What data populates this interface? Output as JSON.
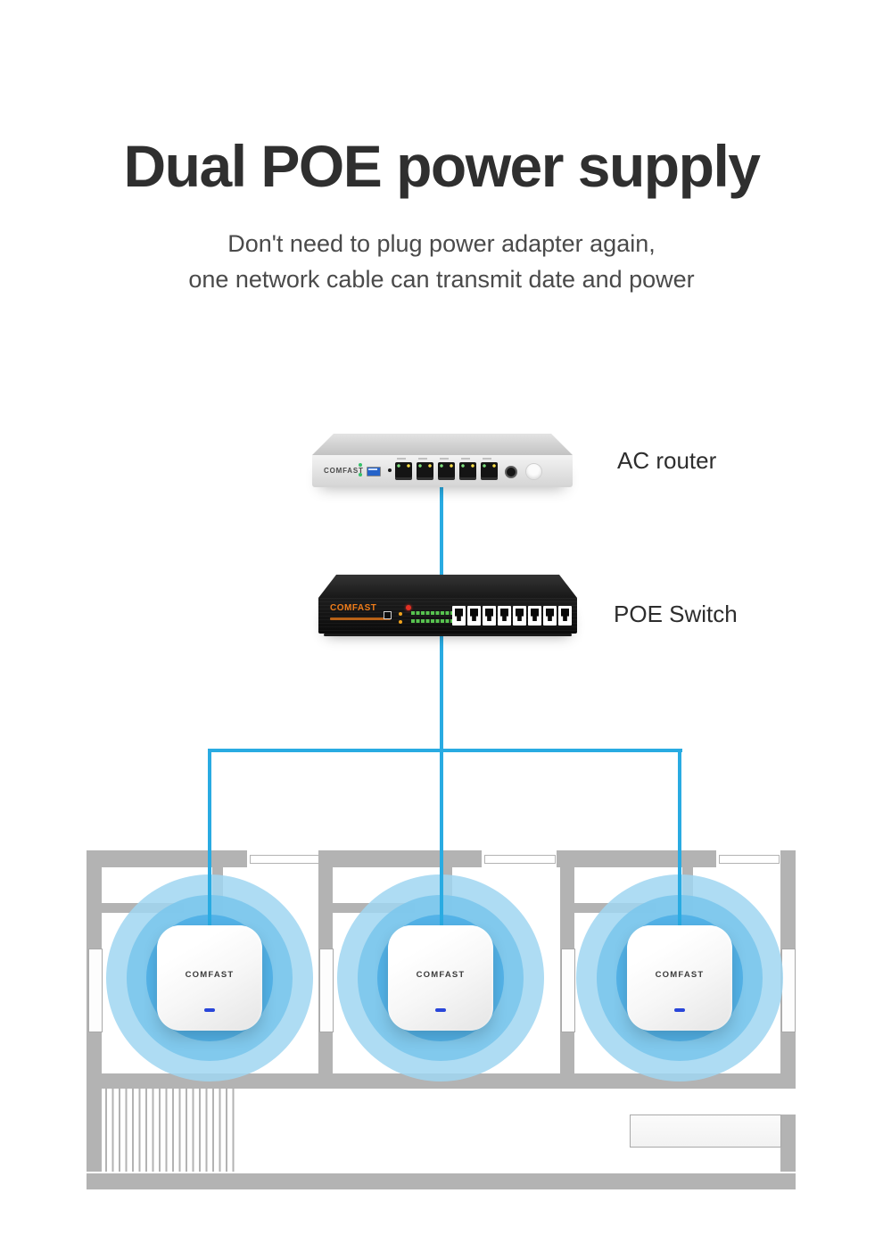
{
  "header": {
    "title": "Dual POE power supply",
    "subtitle_line1": "Don't need to plug power adapter again,",
    "subtitle_line2": "one network cable can transmit date and power"
  },
  "diagram": {
    "router": {
      "label": "AC router",
      "brand": "COMFAST"
    },
    "poe_switch": {
      "label": "POE Switch",
      "brand": "COMFAST"
    },
    "access_points": [
      {
        "brand": "COMFAST"
      },
      {
        "brand": "COMFAST"
      },
      {
        "brand": "COMFAST"
      }
    ]
  },
  "colors": {
    "title-color": "#2f2f2f",
    "cable": "#29abe2",
    "wall": "#b3b3b3",
    "wifi-outer": "rgba(160,214,241,0.85)",
    "wifi-mid": "rgba(124,198,236,0.9)",
    "wifi-inner": "rgba(79,176,230,0.92)",
    "brand-orange": "#ef7c1a",
    "ap-led": "#2946d9"
  }
}
